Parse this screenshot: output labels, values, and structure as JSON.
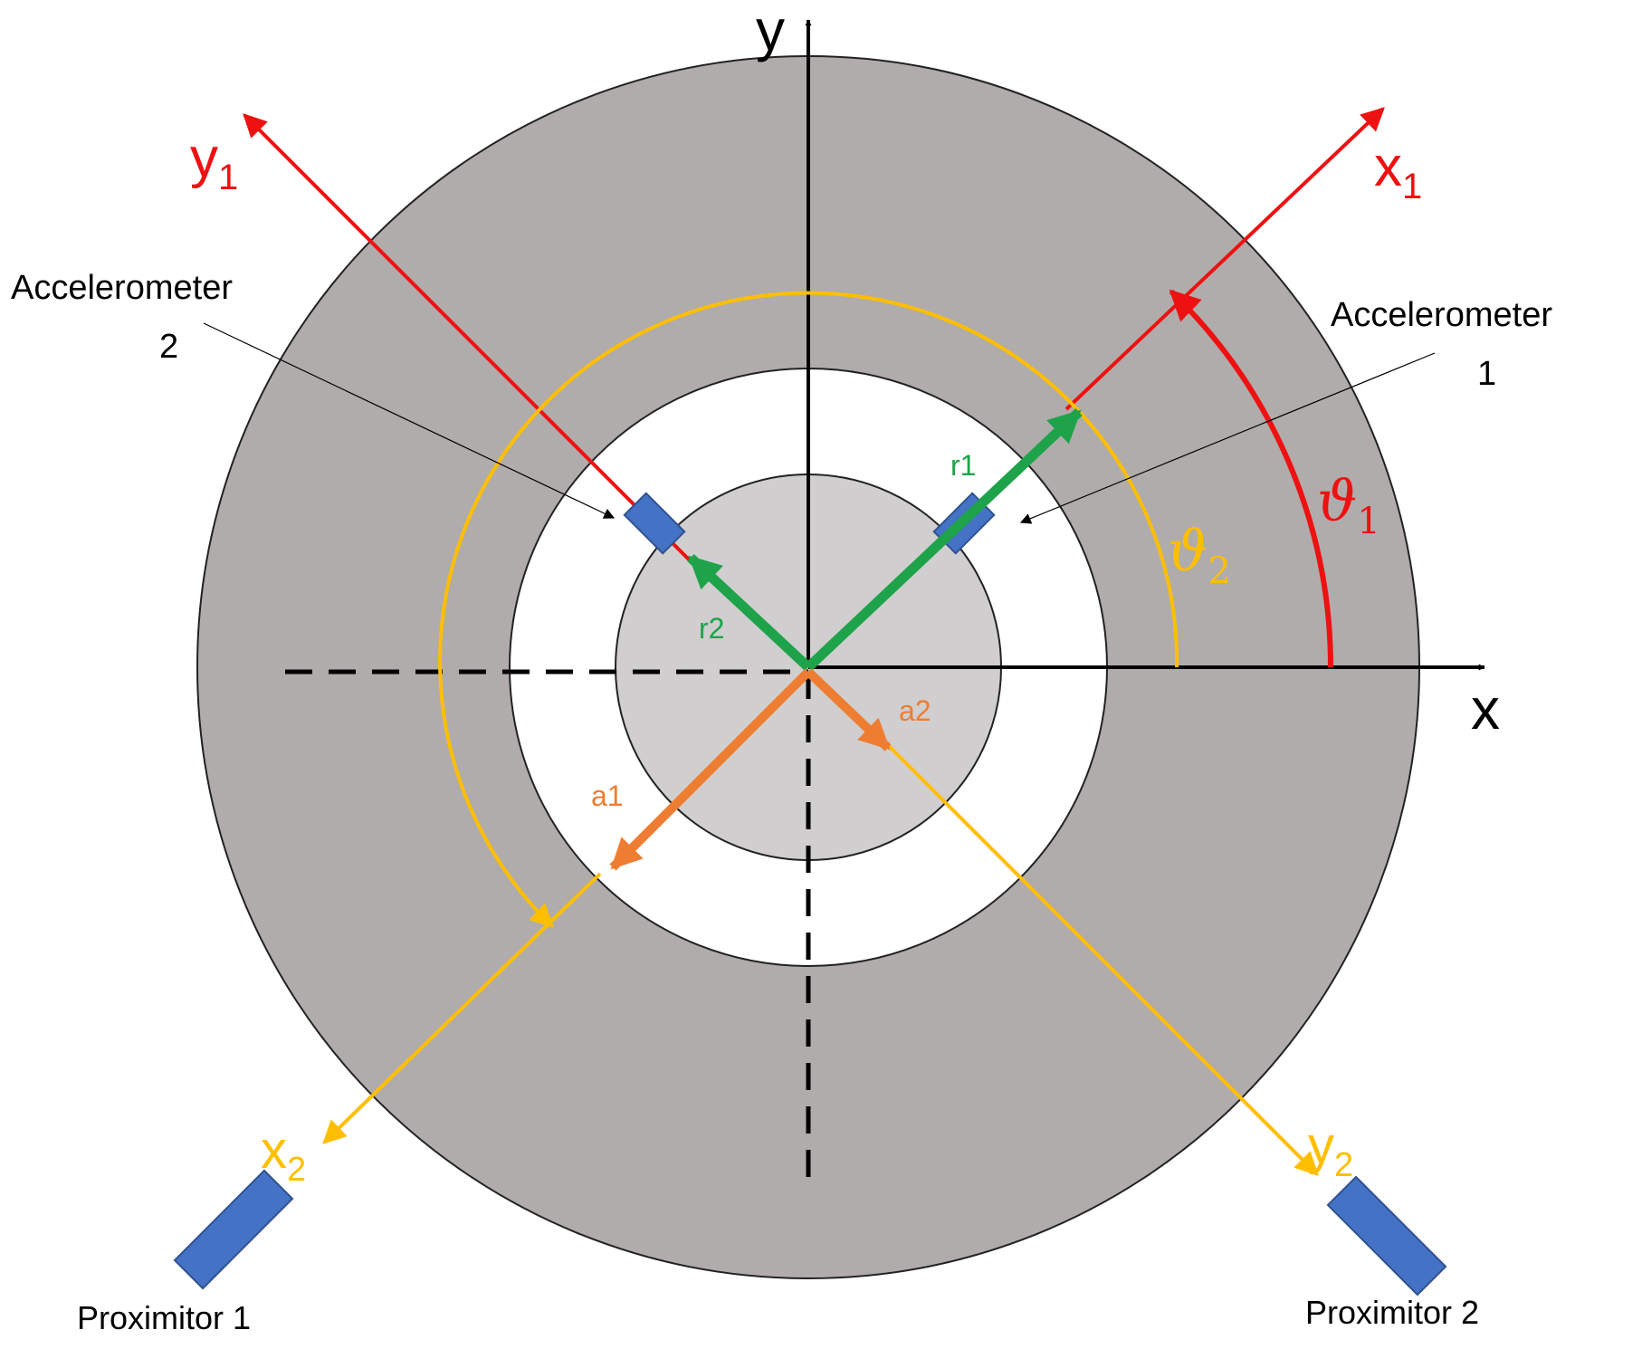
{
  "colors": {
    "outer_ring": "#b0acab",
    "gap": "#ffffff",
    "shaft": "#d0cecf",
    "outline": "#222222",
    "black_axes": "#000000",
    "frame1": "#ee1111",
    "frame2": "#ffbf00",
    "radius_vectors": "#1ea34a",
    "accel_vectors": "#ee7d31",
    "sensor": "#4472c4"
  },
  "labels": {
    "axis_x": "x",
    "axis_y": "y",
    "x1": {
      "main": "x",
      "sub": "1"
    },
    "y1": {
      "main": "y",
      "sub": "1"
    },
    "x2": {
      "main": "x",
      "sub": "2"
    },
    "y2": {
      "main": "y",
      "sub": "2"
    },
    "theta1": {
      "main": "ϑ",
      "sub": "1"
    },
    "theta2": {
      "main": "ϑ",
      "sub": "2"
    },
    "r1": "r1",
    "r2": "r2",
    "a1": "a1",
    "a2": "a2",
    "accelerometer1": {
      "line1": "Accelerometer",
      "line2": "1"
    },
    "accelerometer2": {
      "line1": "Accelerometer",
      "line2": "2"
    },
    "proximitor1": "Proximitor 1",
    "proximitor2": "Proximitor 2"
  },
  "icons": {
    "sensor": "blue-rectangle-sensor-icon"
  }
}
